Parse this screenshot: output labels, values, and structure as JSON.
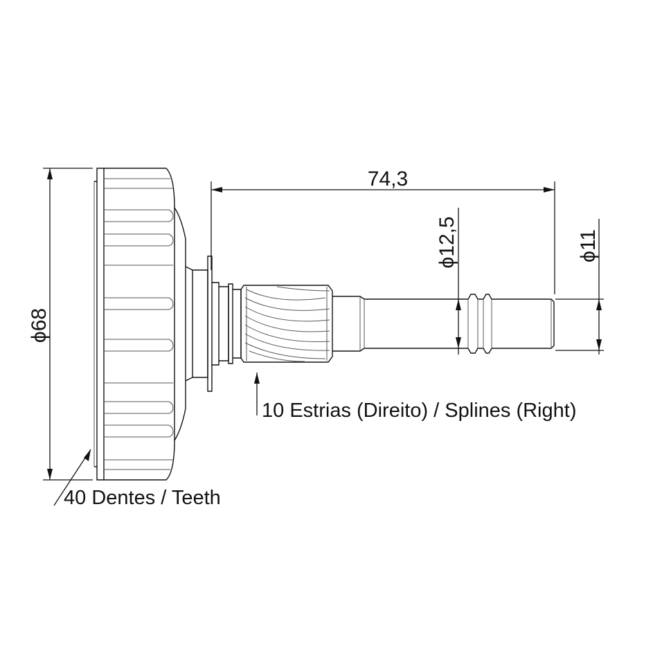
{
  "dimensions": {
    "length": "74,3",
    "diameter_outer": "68",
    "diameter_spline": "12,5",
    "diameter_shaft": "11",
    "diameter_symbol": "ϕ"
  },
  "annotations": {
    "teeth": "40 Dentes / Teeth",
    "splines": "10 Estrias (Direito) / Splines (Right)"
  }
}
